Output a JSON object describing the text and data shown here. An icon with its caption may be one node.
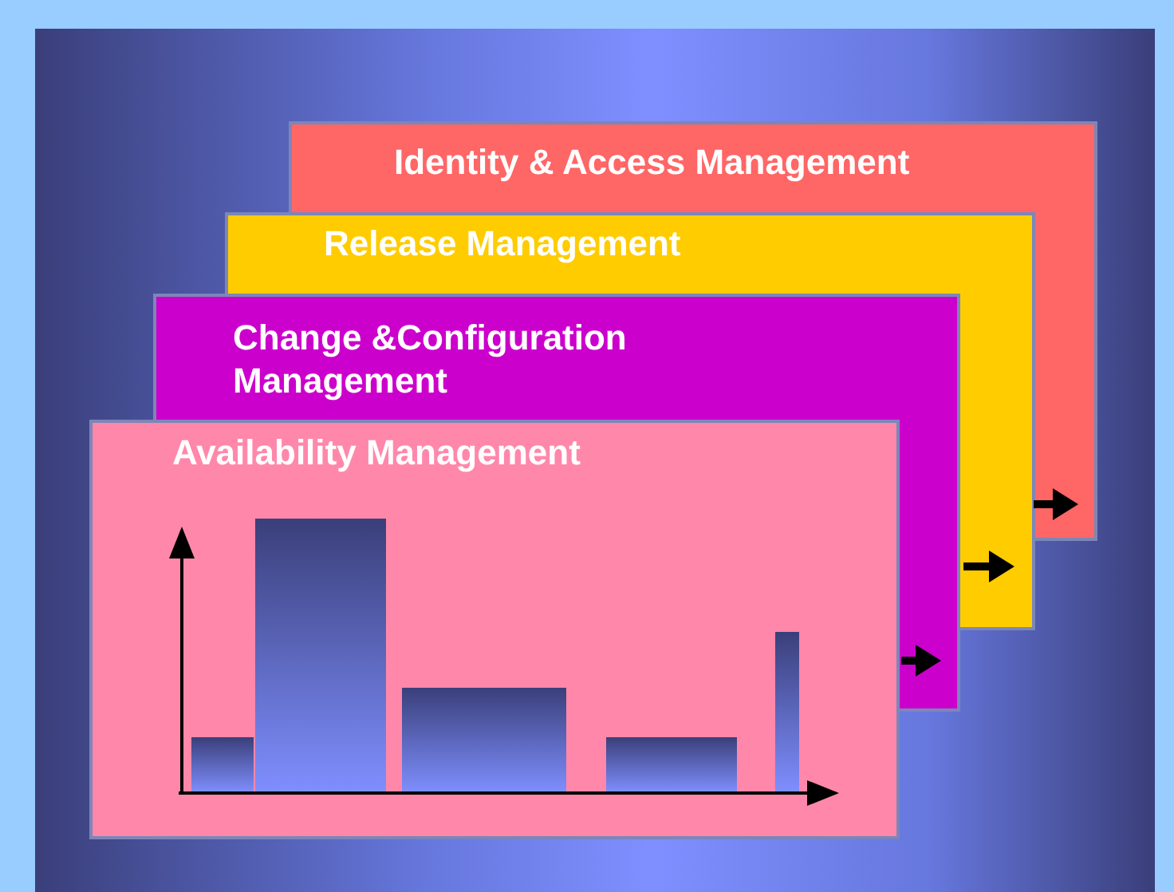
{
  "diagram": {
    "nodes": [
      {
        "text": [
          "Identity & Access Management"
        ]
      },
      {
        "text": [
          "Release Management"
        ]
      },
      {
        "text": [
          "Change &Configuration Management"
        ]
      },
      {
        "text": [
          "Availability Management"
        ]
      }
    ]
  }
}
